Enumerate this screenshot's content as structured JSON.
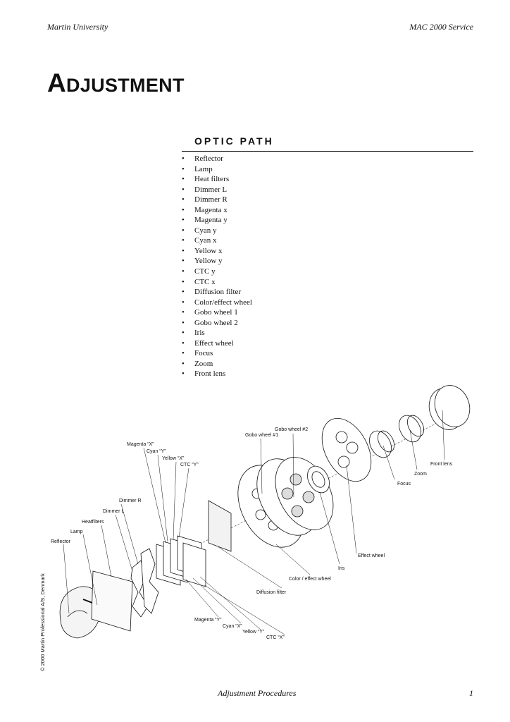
{
  "header": {
    "left": "Martin University",
    "right": "MAC 2000 Service"
  },
  "page_title": {
    "first_letter": "A",
    "rest": "DJUSTMENT"
  },
  "section": {
    "title": "OPTIC PATH",
    "bullet": "•",
    "items": [
      "Reflector",
      "Lamp",
      "Heat filters",
      "Dimmer L",
      "Dimmer R",
      "Magenta x",
      "Magenta y",
      "Cyan y",
      "Cyan x",
      "Yellow x",
      "Yellow y",
      "CTC y",
      "CTC x",
      "Diffusion filter",
      "Color/effect wheel",
      "Gobo wheel 1",
      "Gobo wheel 2",
      "Iris",
      "Effect wheel",
      "Focus",
      "Zoom",
      "Front lens"
    ]
  },
  "diagram": {
    "labels": {
      "gobo_wheel_2": "Gobo wheel #2",
      "gobo_wheel_1": "Gobo wheel #1",
      "magenta_x": "Magenta “X”",
      "cyan_y": "Cyan “Y”",
      "yellow_x": "Yellow “X”",
      "ctc_y": "CTC “Y”",
      "front_lens": "Front lens",
      "zoom": "Zoom",
      "focus": "Focus",
      "dimmer_r": "Dimmer R",
      "dimmer_l": "Dimmer L",
      "heatfilters": "Heatfilters",
      "lamp": "Lamp",
      "reflector": "Reflector",
      "effect_wheel": "Effect wheel",
      "iris": "Iris",
      "color_effect_wheel": "Color / effect wheel",
      "diffusion_filter": "Diffusion filter",
      "magenta_y": "Magenta “Y”",
      "cyan_x": "Cyan “X”",
      "yellow_y": "Yellow “Y”",
      "ctc_x": "CTC “X”"
    }
  },
  "copyright": "© 2000 Martin Professional A/S, Denmark",
  "footer": {
    "center": "Adjustment Procedures",
    "page_number": "1"
  }
}
